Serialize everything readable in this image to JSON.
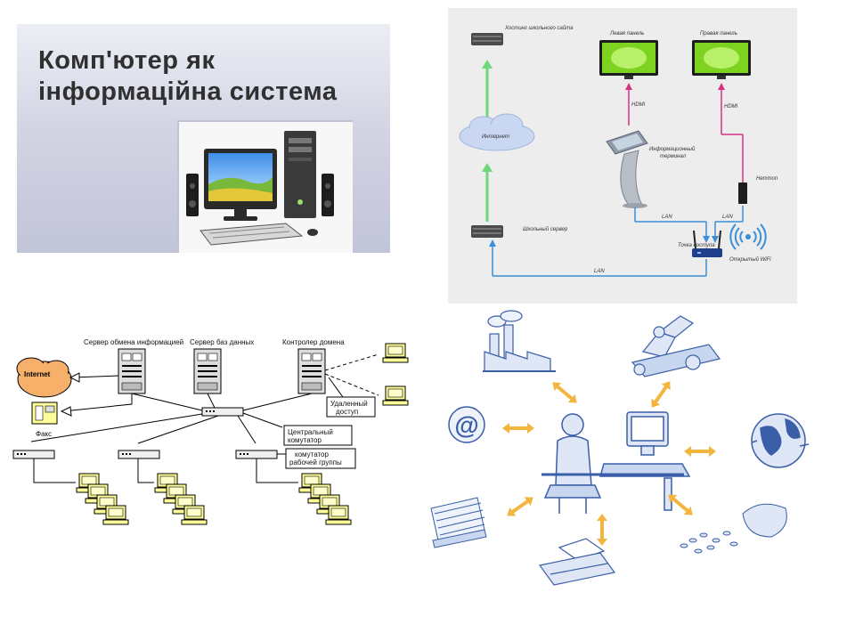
{
  "slide": {
    "title_block": {
      "title": "Комп'ютер як\nінформаційна система"
    },
    "school_network": {
      "labels": {
        "hosting": "Хостинг школьного сайта",
        "left_panel": "Левая панель",
        "right_panel": "Правая панель",
        "internet": "Интернет",
        "hdmi_left": "HDMI",
        "hdmi_right": "HDMI",
        "terminal_line1": "Информационный",
        "terminal_line2": "терминал",
        "nettop": "Неттоп",
        "lan_terminal": "LAN",
        "lan_nettop": "LAN",
        "school_server": "Школьный сервер",
        "access_point": "Точка доступа",
        "open_wifi": "Открытый WiFi",
        "lan_bottom": "LAN"
      }
    },
    "office_network": {
      "labels": {
        "exchange_server": "Сервер обмена информацией",
        "db_server": "Сервер баз данных",
        "domain_controller": "Контролер домена",
        "internet": "Internet",
        "fax": "Факс",
        "remote_line1": "Удаленный",
        "remote_line2": "доступ",
        "central_line1": "Центральный",
        "central_line2": "комутатор",
        "wg_line1": "комутатор",
        "wg_line2": "рабочей группы"
      }
    },
    "info_system": {
      "email_glyph": "@"
    },
    "colors": {
      "green_arrow": "#6fd87a",
      "hdmi_line": "#d63384",
      "lan_line": "#3a8fd6",
      "orange_arrow": "#f2b640",
      "sketch_blue": "#3a5ea8"
    }
  }
}
